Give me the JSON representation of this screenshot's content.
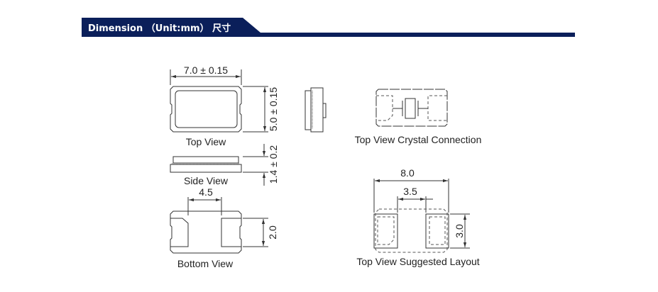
{
  "header": {
    "title": "Dimension （Unit:mm） 尺寸",
    "color": "#0b1f5a"
  },
  "views": {
    "top_view": {
      "label": "Top View",
      "width_dim": "7.0 ± 0.15",
      "height_dim": "5.0 ± 0.15"
    },
    "side_view": {
      "label": "Side View",
      "height_dim": "1.4 ± 0.2"
    },
    "bottom_view": {
      "label": "Bottom View",
      "pad_gap_dim": "4.5",
      "pad_height_dim": "2.0"
    },
    "crystal_connection": {
      "label": "Top View Crystal Connection"
    },
    "suggested_layout": {
      "label": "Top View Suggested Layout",
      "width_dim": "8.0",
      "gap_dim": "3.5",
      "height_dim": "3.0"
    }
  }
}
